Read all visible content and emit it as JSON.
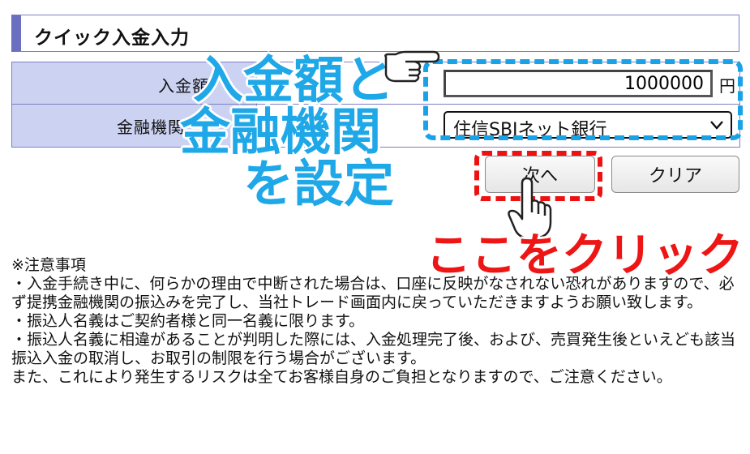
{
  "section": {
    "title": "クイック入金入力"
  },
  "form": {
    "amount_label": "入金額",
    "amount_value": "1000000",
    "amount_unit": "円",
    "bank_label": "金融機関",
    "bank_selected": "住信SBIネット銀行"
  },
  "buttons": {
    "next_label": "次へ",
    "clear_label": "クリア"
  },
  "annotations": {
    "set_line1": "入金額と",
    "set_line2": "金融機関",
    "set_line3": "を設定",
    "click_here": "ここをクリック"
  },
  "notes": {
    "heading": "※注意事項",
    "lines": [
      "・入金手続き中に、何らかの理由で中断された場合は、口座に反映がなされない恐れがありますので、必ず提携金融機関の振込みを完了し、当社トレード画面内に戻っていただきますようお願い致します。",
      "・振込人名義はご契約者様と同一名義に限ります。",
      "・振込人名義に相違があることが判明した際には、入金処理完了後、および、売買発生後といえども該当振込入金の取消し、お取引の制限を行う場合がございます。",
      "また、これにより発生するリスクは全てお客様自身のご負担となりますので、ご注意ください。"
    ]
  },
  "colors": {
    "header_accent": "#6a6fc0",
    "label_bg": "#ccd2f2",
    "callout_blue": "#1fa8e8",
    "callout_red": "#ee1515"
  }
}
